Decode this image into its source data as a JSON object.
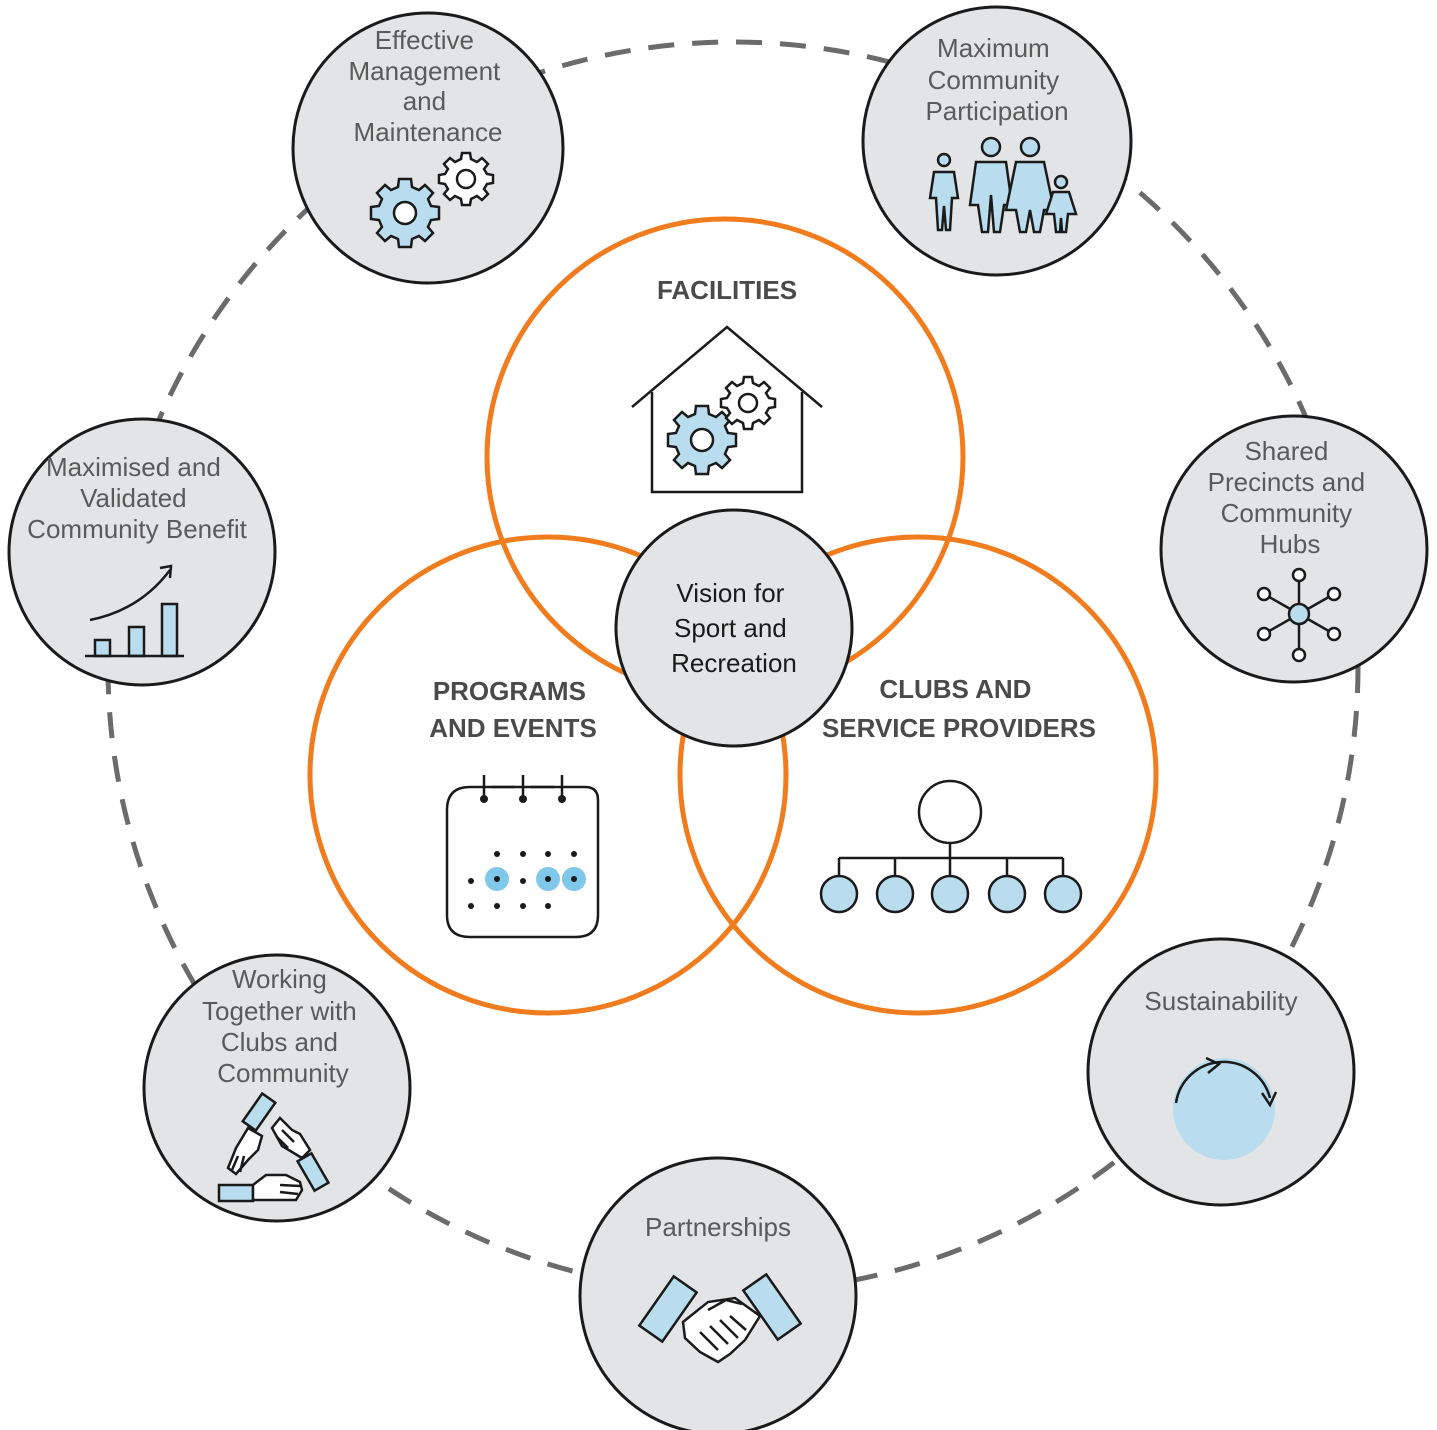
{
  "center": {
    "lines": [
      "Vision for",
      "Sport and",
      "Recreation"
    ]
  },
  "pillars": [
    {
      "id": "facilities",
      "lines": [
        "FACILITIES"
      ],
      "icon": "house-gears-icon"
    },
    {
      "id": "programs",
      "lines": [
        "PROGRAMS",
        "AND EVENTS"
      ],
      "icon": "calendar-icon"
    },
    {
      "id": "clubs",
      "lines": [
        "CLUBS AND",
        "SERVICE PROVIDERS"
      ],
      "icon": "org-chart-icon"
    }
  ],
  "satellites": [
    {
      "id": "management",
      "lines": [
        "Effective",
        "Management",
        "and",
        "Maintenance"
      ],
      "icon": "gears-icon"
    },
    {
      "id": "participation",
      "lines": [
        "Maximum",
        "Community",
        "Participation"
      ],
      "icon": "family-icon"
    },
    {
      "id": "precincts",
      "lines": [
        "Shared",
        "Precincts and",
        "Community",
        "Hubs"
      ],
      "icon": "hub-network-icon"
    },
    {
      "id": "sustainability",
      "lines": [
        "Sustainability"
      ],
      "icon": "cycle-icon"
    },
    {
      "id": "partnerships",
      "lines": [
        "Partnerships"
      ],
      "icon": "handshake-icon"
    },
    {
      "id": "working",
      "lines": [
        "Working",
        "Together with",
        "Clubs and",
        "Community"
      ],
      "icon": "hands-circle-icon"
    },
    {
      "id": "benefit",
      "lines": [
        "Maximised and",
        "Validated",
        "Community Benefit"
      ],
      "icon": "growth-chart-icon"
    }
  ],
  "colors": {
    "accent": "#f07c1e",
    "satellite_fill": "#e3e4e5",
    "icon_blue": "#b9dcee",
    "dashed_ring": "#6b6b6b"
  }
}
